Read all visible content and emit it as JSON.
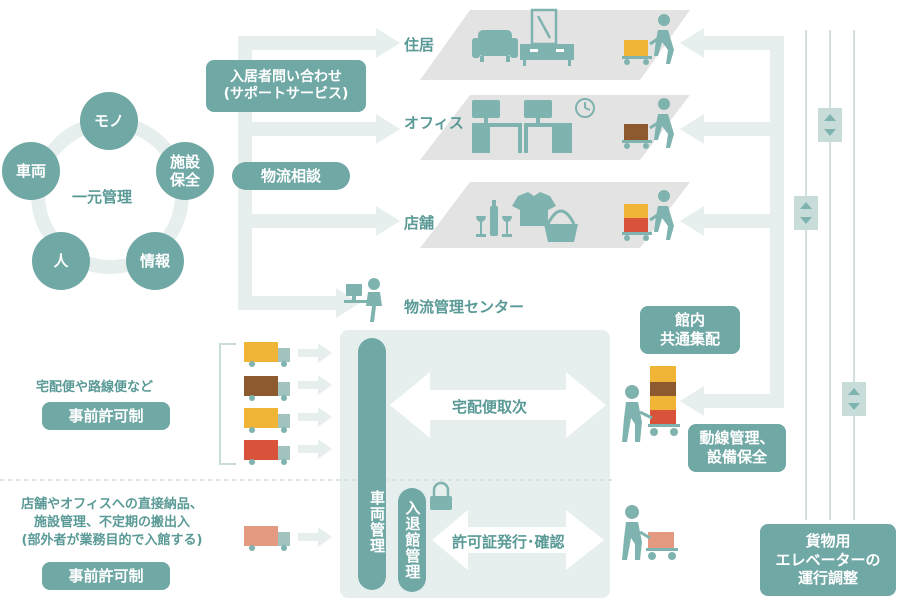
{
  "colors": {
    "teal": "#6fa8a4",
    "teal_text": "#5a9a96",
    "light": "#e6efee",
    "floor": "#e3e3e3",
    "yellow": "#f0b436",
    "brown": "#8c5a2e",
    "orange": "#e58a2e",
    "red": "#d9533a",
    "salmon": "#e39a80"
  },
  "cycle": {
    "center": "一元管理",
    "nodes": [
      "モノ",
      "施設\n保全",
      "情報",
      "人",
      "車両"
    ]
  },
  "floors": {
    "residence": "住居",
    "office": "オフィス",
    "store": "店舗"
  },
  "services": {
    "inquiry": "入居者問い合わせ\n(サポートサービス)",
    "consult": "物流相談"
  },
  "center": {
    "title": "物流管理センター",
    "vehicle_mgmt": "車両管理",
    "entry_mgmt": "入退館管理",
    "parcel": "宅配便取次",
    "permit": "許可証発行･確認"
  },
  "left": {
    "carriers": "宅配便や路線便など",
    "prior1": "事前許可制",
    "direct": "店舗やオフィスへの直接納品、\n施設管理、不定期の搬出入\n(部外者が業務目的で入館する)",
    "prior2": "事前許可制"
  },
  "right": {
    "joint": "館内\n共通集配",
    "flow": "動線管理、\n設備保全",
    "elevator": "貨物用\nエレベーターの\n運行調整"
  }
}
